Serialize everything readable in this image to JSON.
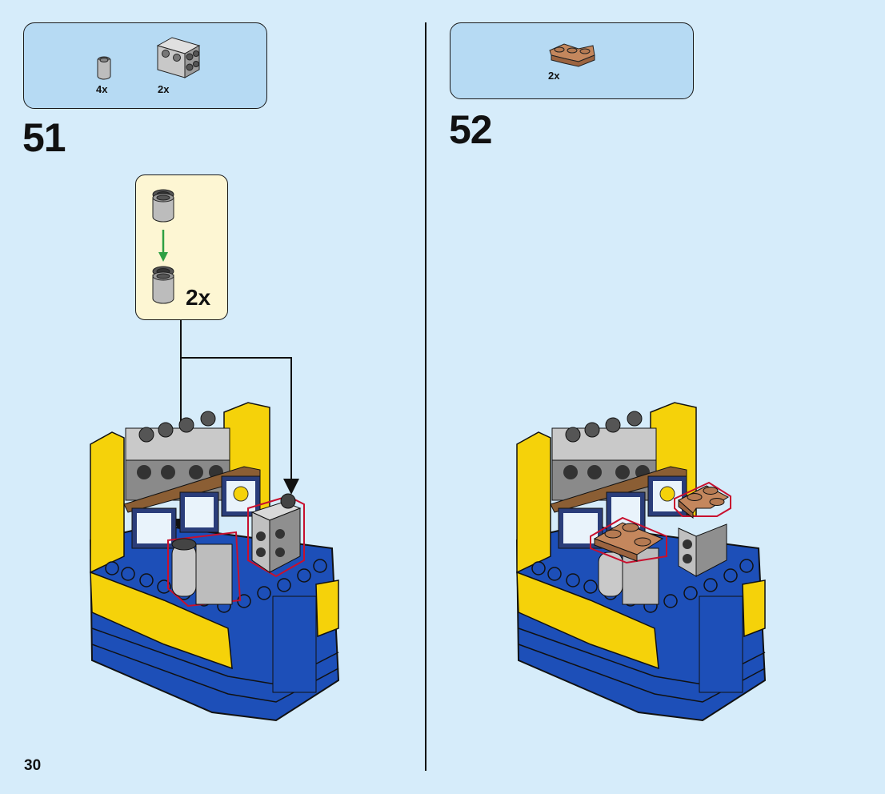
{
  "page_number": "30",
  "steps": [
    {
      "number": "51",
      "parts": [
        {
          "qty": "4x",
          "icon": "round-brick-1x1-gray-icon",
          "color": "#bdbdbd"
        },
        {
          "qty": "2x",
          "icon": "brick-2x2-studs-side-gray-icon",
          "color": "#c8c8c8"
        }
      ],
      "callout_qty": "2x"
    },
    {
      "number": "52",
      "parts": [
        {
          "qty": "2x",
          "icon": "plate-2x2-corner-tan-icon",
          "color": "#c4875d"
        }
      ]
    }
  ],
  "colors": {
    "background": "#d6ecfa",
    "parts_box": "#b6daf3",
    "callout_box": "#fdf6d3",
    "highlight": "#c8102e",
    "arrow_green": "#2ea043",
    "brick_blue": "#1d4fb8",
    "brick_yellow": "#f5d20a"
  }
}
